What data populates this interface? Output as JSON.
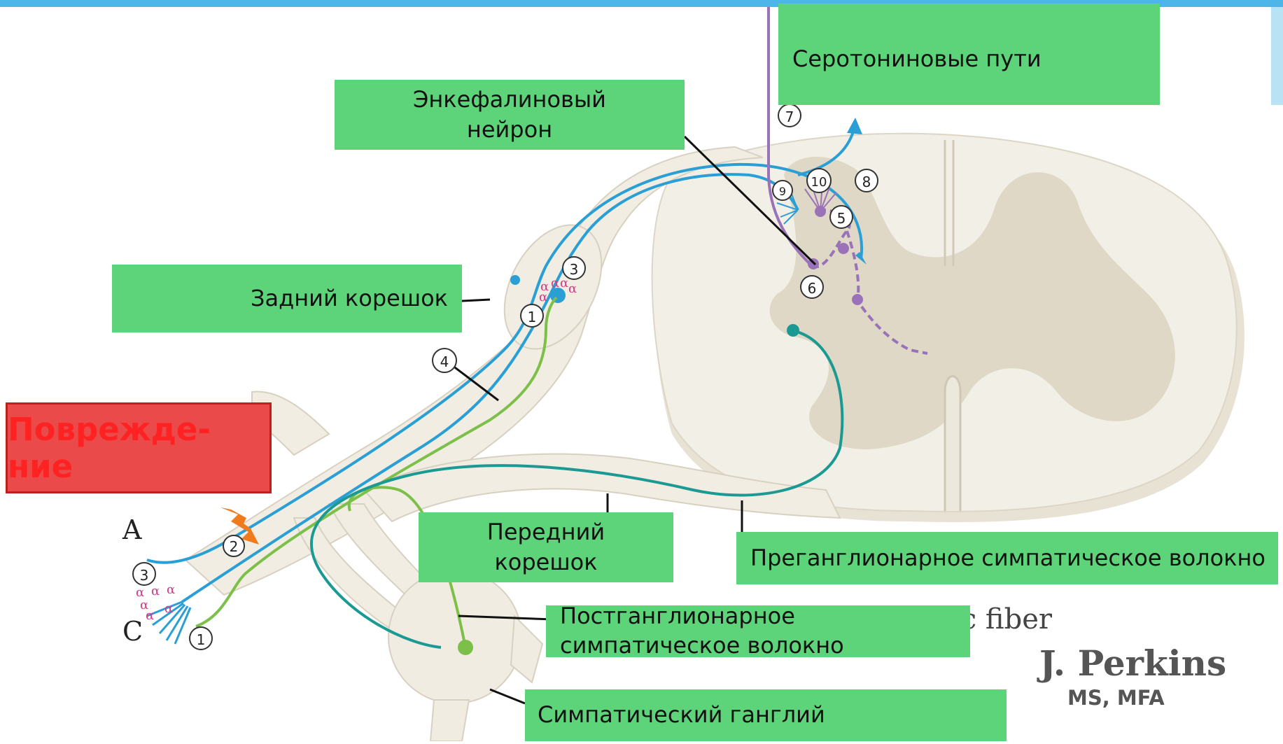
{
  "labels": {
    "serotonin": "Серотониновые пути",
    "enkephalin_line1": "Энкефалиновый",
    "enkephalin_line2": "нейрон",
    "dorsal_root": "Задний корешок",
    "damage": "Поврежде-ние",
    "ventral_root_line1": "Передний",
    "ventral_root_line2": "корешок",
    "preganglionic": "Преганглионарное симпатическое волокно",
    "postganglionic_line1": "Постганглионарное",
    "postganglionic_line2": "симпатическое волокно",
    "sympathetic_ganglion": "Симпатический ганглий"
  },
  "letters": {
    "a": "A",
    "c": "C"
  },
  "alpha": "α",
  "circled_numbers": [
    "1",
    "2",
    "3",
    "4",
    "5",
    "6",
    "7",
    "8",
    "9",
    "10"
  ],
  "credit": {
    "name": "J. Perkins",
    "sub": "MS, MFA",
    "fragment": "ic fiber"
  },
  "colors": {
    "label_bg": "#5ed47a",
    "damage_bg": "#ea4a4a",
    "nerve_fill": "#f1ede2",
    "cord_fill": "#efebe0",
    "gray_matter": "#e2dccc",
    "blue_fiber": "#2a9fd6",
    "green_fiber": "#7cc04a",
    "teal_fiber": "#1a9a92",
    "purple_fiber": "#9a72b8",
    "alpha_pink": "#d43a8a",
    "top_bar": "#4db6e8"
  }
}
